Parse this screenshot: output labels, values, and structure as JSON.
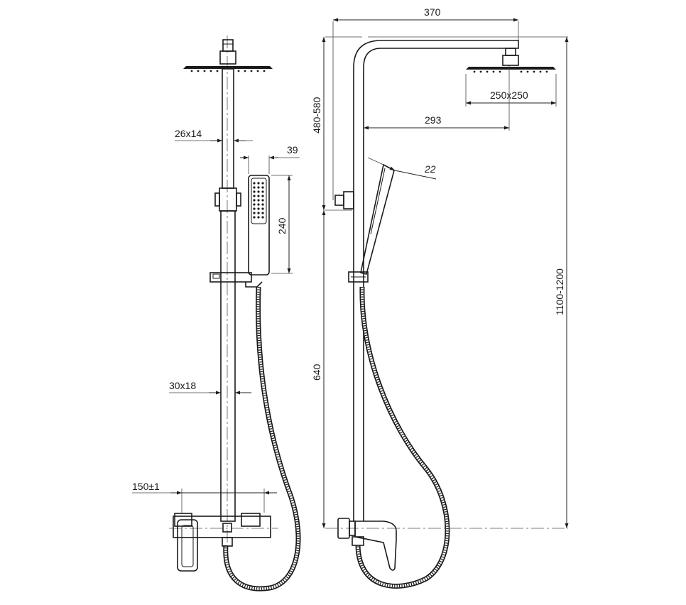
{
  "dimensions": {
    "shower_head_size": "250x250",
    "top_width": "370",
    "arm_projection": "293",
    "arm_height_range": "480-580",
    "total_height_range": "1100-1200",
    "mixer_height": "640",
    "handset_angle": "22",
    "upper_tube": "26x14",
    "lower_tube": "30x18",
    "handset_width": "39",
    "handset_length": "240",
    "inlet_spacing": "150±1"
  },
  "colors": {
    "line": "#1a1a1a",
    "background": "#ffffff"
  }
}
